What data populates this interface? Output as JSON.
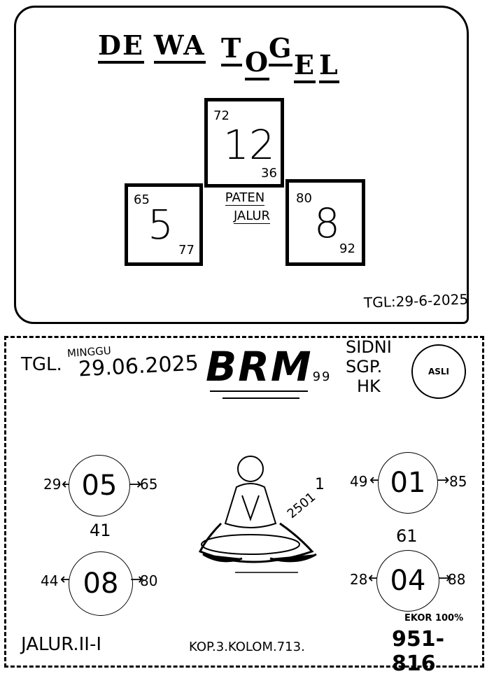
{
  "top": {
    "brand": {
      "D": "D",
      "E": "E",
      "W": "W",
      "A": "A",
      "T": "T",
      "O": "O",
      "G": "G",
      "E2": "E",
      "L": "L"
    },
    "center_box": {
      "main": "12",
      "top_left": "72",
      "bottom_right": "36"
    },
    "left_box": {
      "main": "5",
      "top_left": "65",
      "bottom_right": "77"
    },
    "right_box": {
      "main": "8",
      "top_left": "80",
      "bottom_right": "92"
    },
    "middle_label_1": "PATEN",
    "middle_label_2": "JALUR",
    "date": "TGL:29-6-2025"
  },
  "bottom": {
    "tgl_label": "TGL.",
    "day": "MINGGU",
    "date_main": "29.06.2025",
    "brand": "BRM",
    "brand_sup": "99",
    "markets": [
      "SIDNI",
      "SGP.",
      "HK"
    ],
    "stamp_text": "ASLI",
    "left_top": {
      "value": "05",
      "left": "29",
      "right": "65"
    },
    "left_mid_number": "41",
    "left_bottom": {
      "value": "08",
      "left": "44",
      "right": "80"
    },
    "right_top": {
      "value": "01",
      "left": "49",
      "right": "85"
    },
    "right_mid_number": "61",
    "right_bottom": {
      "value": "04",
      "left": "28",
      "right": "88"
    },
    "monk_side_text": "2501",
    "monk_top_number": "1",
    "jalur": "JALUR.II-I",
    "kop": "KOP.3.KOLOM.713.",
    "ekor_label": "EKOR 100%",
    "ekor_value": "951-816"
  }
}
